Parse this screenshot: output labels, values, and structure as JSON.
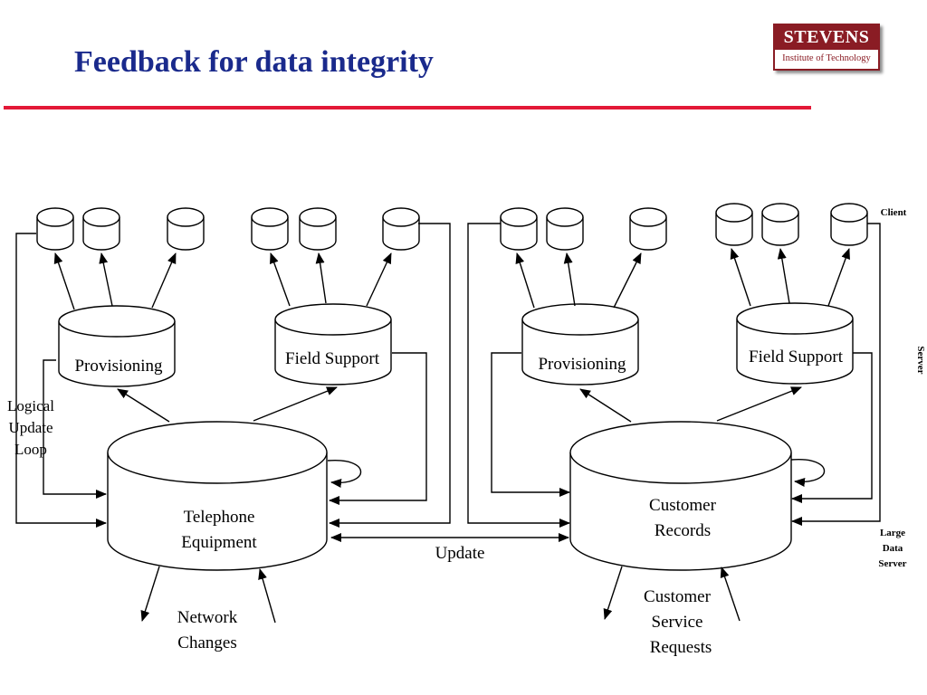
{
  "slide": {
    "title": "Feedback for data integrity"
  },
  "logo": {
    "name": "STEVENS",
    "subtitle": "Institute of Technology"
  },
  "diagram": {
    "left": {
      "provisioning": "Provisioning",
      "field_support": "Field Support",
      "main_db": [
        "Telephone",
        "Equipment"
      ],
      "loop_label": [
        "Logical",
        "Update",
        "Loop"
      ],
      "input_label": [
        "Network",
        "Changes"
      ]
    },
    "right": {
      "provisioning": "Provisioning",
      "field_support": "Field Support",
      "main_db": [
        "Customer",
        "Records"
      ],
      "input_label": [
        "Customer",
        "Service",
        "Requests"
      ]
    },
    "update_label": "Update",
    "client_label": "Client",
    "server_label": "Server",
    "large_server_label": [
      "Large",
      "Data",
      "Server"
    ]
  }
}
